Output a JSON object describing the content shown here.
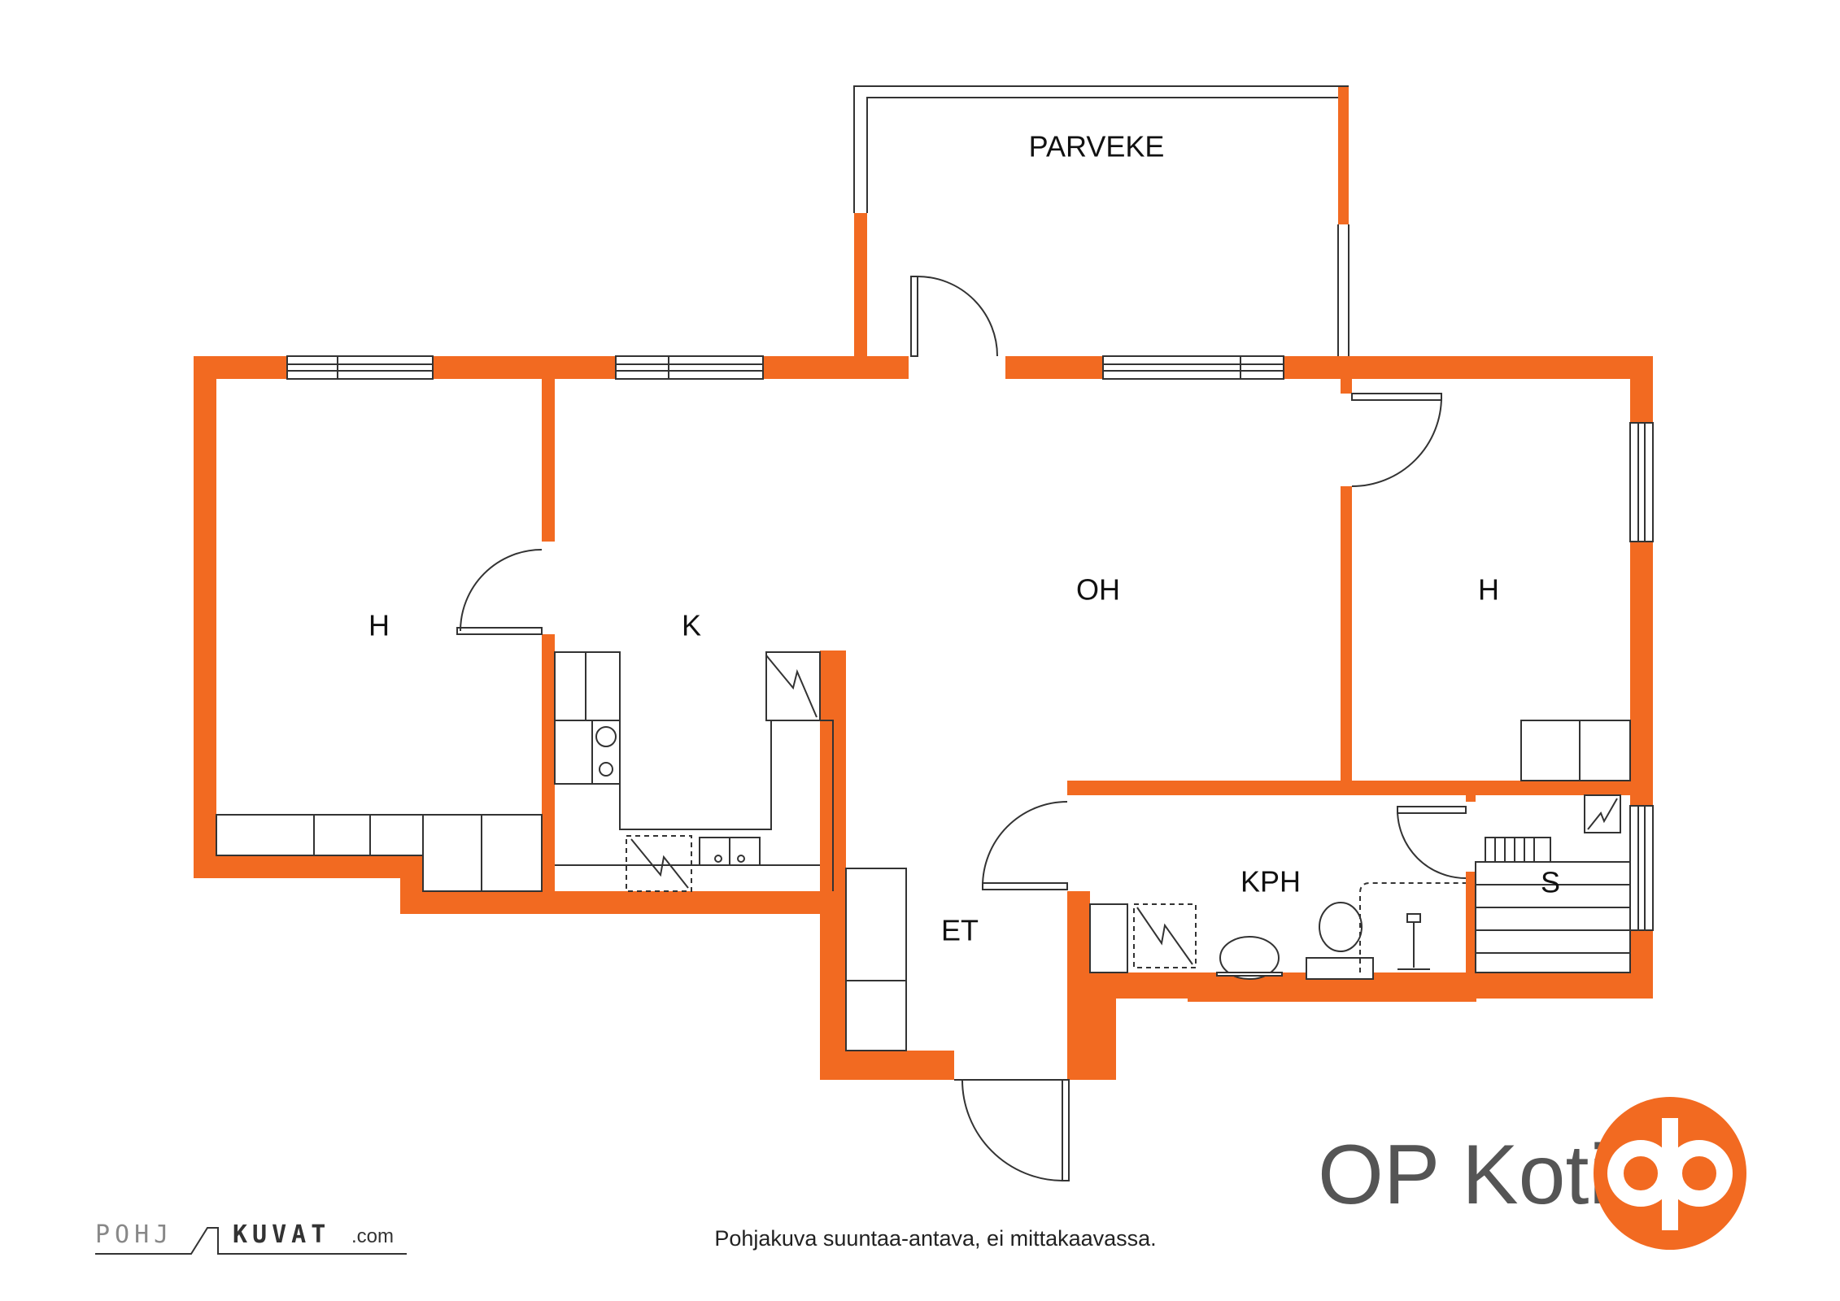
{
  "rooms": {
    "parveke": "PARVEKE",
    "bedroom_left": "H",
    "kitchen": "K",
    "living": "OH",
    "bedroom_right": "H",
    "hall": "ET",
    "bathroom": "KPH",
    "sauna": "S"
  },
  "footer": {
    "disclaimer": "Pohjakuva suuntaa-antava, ei mittakaavassa.",
    "watermark_left": "POHJ",
    "watermark_right": "KUVAT",
    "watermark_domain": ".com"
  },
  "brand": {
    "name": "OP Koti",
    "logo_icon": "op-logo-icon"
  },
  "colors": {
    "wall": "#F26A21",
    "line": "#333333",
    "text": "#111111",
    "brand_text": "#555555"
  }
}
